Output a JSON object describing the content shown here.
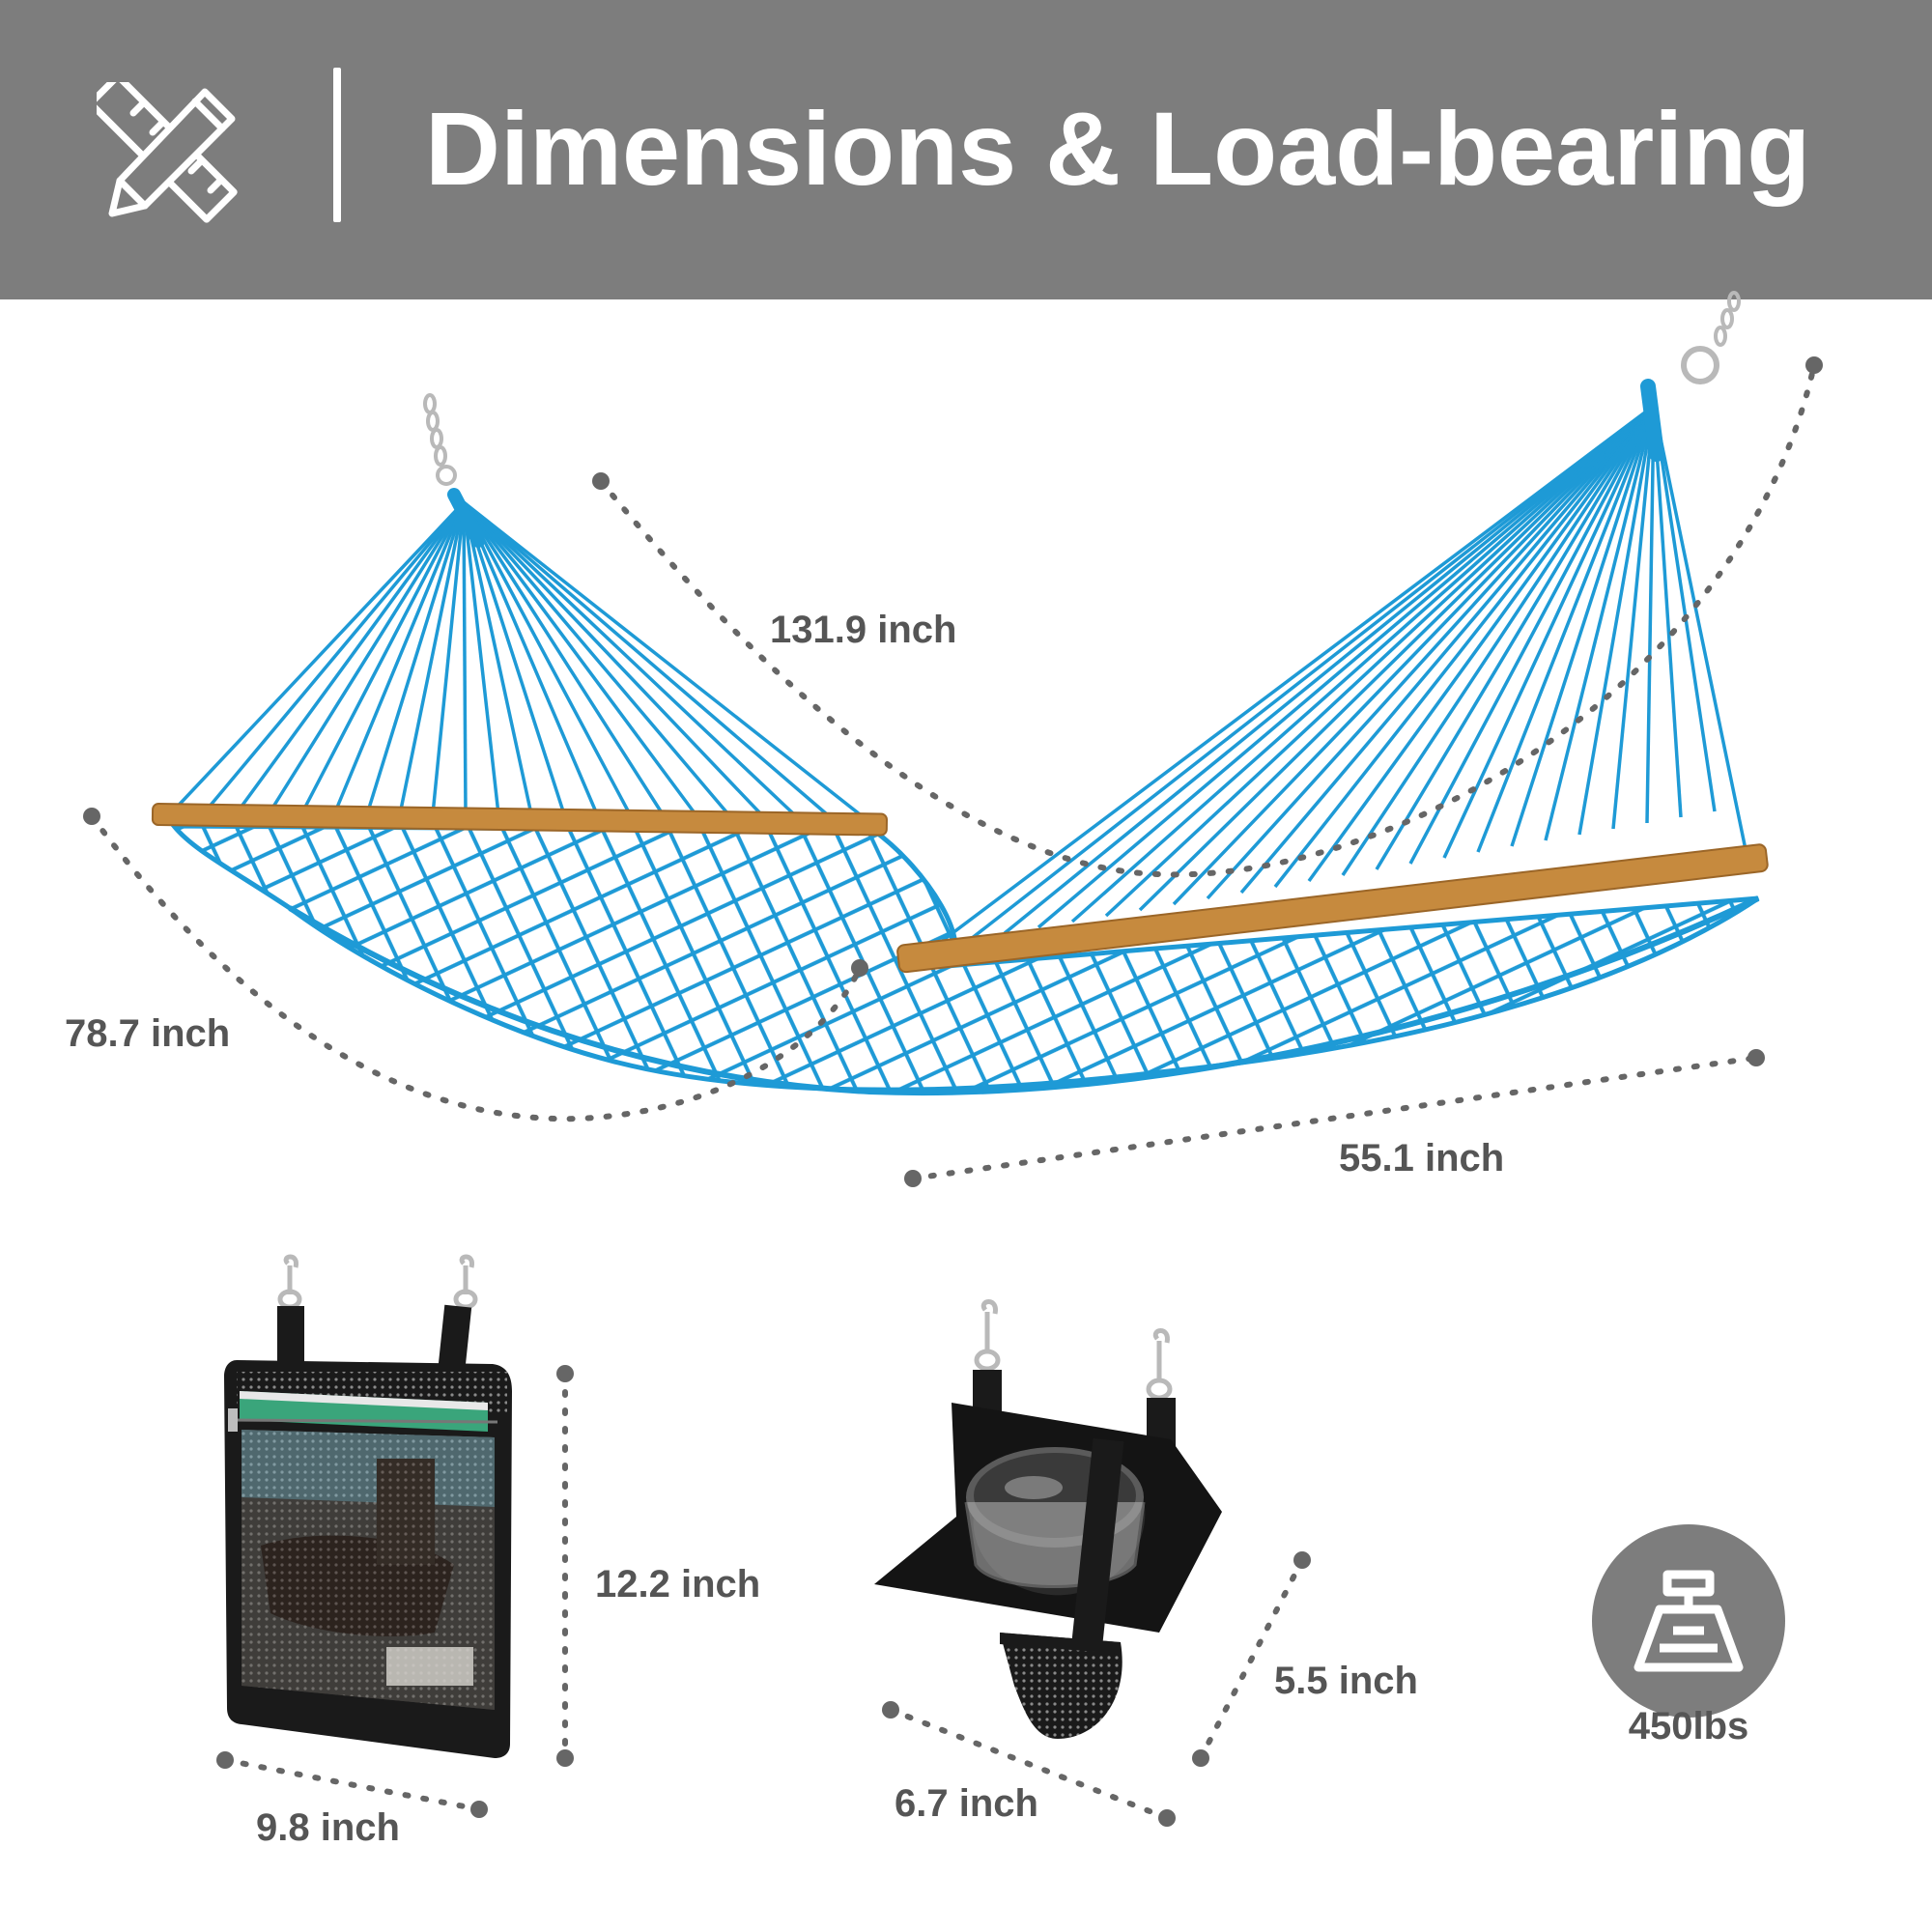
{
  "header": {
    "title": "Dimensions & Load-bearing",
    "icon": "ruler-pencil-icon",
    "background_color": "#7d7d7d"
  },
  "hammock": {
    "rope_color": "#1e9ad6",
    "spreader_bar_color": "#c68a3e"
  },
  "dimensions": {
    "hammock_length": "131.9 inch",
    "hammock_bed_length": "78.7 inch",
    "hammock_width": "55.1 inch",
    "side_pocket_height": "12.2 inch",
    "side_pocket_width": "9.8 inch",
    "cup_holder_depth": "5.5 inch",
    "cup_holder_width": "6.7 inch"
  },
  "load": {
    "icon": "weight-icon",
    "capacity": "450lbs"
  }
}
